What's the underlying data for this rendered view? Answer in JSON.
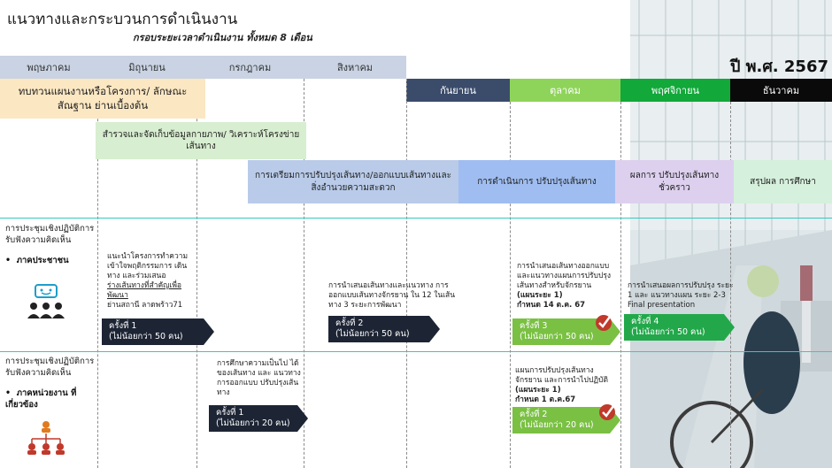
{
  "header": {
    "title": "แนวทางและกระบวนการดำเนินงาน",
    "subtitle": "กรอบระยะเวลาดำเนินงาน ทั้งหมด 8 เดือน",
    "year": "ปี พ.ศ. 2567"
  },
  "months_top": [
    "พฤษภาคม",
    "มิถุนายน",
    "กรกฎาคม",
    "สิงหาคม"
  ],
  "months_bottom": [
    "กันยายน",
    "ตุลาคม",
    "พฤศจิกายน",
    "ธันวาคม"
  ],
  "phases": {
    "p1": "ทบทวนแผนงานหรือโครงการ/ ลักษณะสัณฐาน ย่านเบื้องต้น",
    "p2": "สำรวจและจัดเก็บข้อมูลกายภาพ/ วิเคราะห์โครงข่ายเส้นทาง",
    "p3": "การเตรียมการปรับปรุงเส้นทาง/ออกแบบเส้นทางและ สิ่งอำนวยความสะดวก",
    "p4": "การดำเนินการ ปรับปรุงเส้นทาง",
    "p5": "ผลการ ปรับปรุงเส้นทางชั่วคราว",
    "p6": "สรุปผล การศึกษา"
  },
  "sections": {
    "s1_title": "การประชุมเชิงปฏิบัติการ รับฟังความคิดเห็น",
    "s1_bullet": "ภาคประชาชน",
    "s2_title": "การประชุมเชิงปฏิบัติการ รับฟังความคิดเห็น",
    "s2_bullet": "ภาคหน่วยงาน ที่เกี่ยวข้อง"
  },
  "notes": {
    "n1_a": "แนะนำโครงการทำความ เข้าใจพฤติกรรมการ เดินทาง และร่วมเสนอ",
    "n1_b": "ร่างเส้นทางที่สำคัญเพื่อ พัฒนา",
    "n1_c": "ย่านสถานี ลาดพร้าว71",
    "n2": "การนำเสนอเส้นทางและแนวทาง การออกแบบเส้นทางจักรยาน ใน 12 ในเส้นทาง 3 ระยะการพัฒนา",
    "n3_a": "การนำเสนอเส้นทางออกแบบ และแนวทางแผนการปรับปรุง เส้นทางสำหรับจักรยาน",
    "n3_b": "(แผนระยะ 1)",
    "n3_c": "กำหนด 14 ต.ค. 67",
    "n4_a": "การนำเสนอผลการปรับปรุง ระยะ 1 และ แนวทางแผน ระยะ 2-3",
    "n4_b": "Final presentation",
    "n5": "การศึกษาความเป็นไป ได้ของเส้นทาง และ แนวทางการออกแบบ ปรับปรุงเส้นทาง",
    "n6_a": "แผนการปรับปรุงเส้นทาง จักรยาน และการนำไปปฏิบัติ",
    "n6_b": "(แผนระยะ 1)",
    "n6_c": "กำหนด 1 ต.ค.67"
  },
  "meetings": {
    "m1": {
      "label": "ครั้งที่ 1",
      "count": "(ไม่น้อยกว่า 50 คน)"
    },
    "m2": {
      "label": "ครั้งที่ 2",
      "count": "(ไม่น้อยกว่า 50 คน)"
    },
    "m3": {
      "label": "ครั้งที่ 3",
      "count": "(ไม่น้อยกว่า 50 คน)"
    },
    "m4": {
      "label": "ครั้งที่ 4",
      "count": "(ไม่น้อยกว่า 50 คน)"
    },
    "a1": {
      "label": "ครั้งที่ 1",
      "count": "(ไม่น้อยกว่า 20 คน)"
    },
    "a2": {
      "label": "ครั้งที่ 2",
      "count": "(ไม่น้อยกว่า 20 คน)"
    }
  },
  "colors": {
    "month_top": "#c9d3e3",
    "sep": "#3b4c6b",
    "oct": "#8fd45a",
    "nov": "#12a83a",
    "dec": "#0a0a0a",
    "phase1": "#fbe7c2",
    "phase2": "#d8eed0",
    "phase3": "#b9cbe9",
    "phase4": "#9fbdf0",
    "phase5": "#ddd0ee",
    "phase6": "#d5f0dc",
    "check": "#c0392b"
  },
  "icons": [
    "speech-people-icon",
    "org-chart-icon",
    "checkmark-icon",
    "cyclist-photo"
  ]
}
